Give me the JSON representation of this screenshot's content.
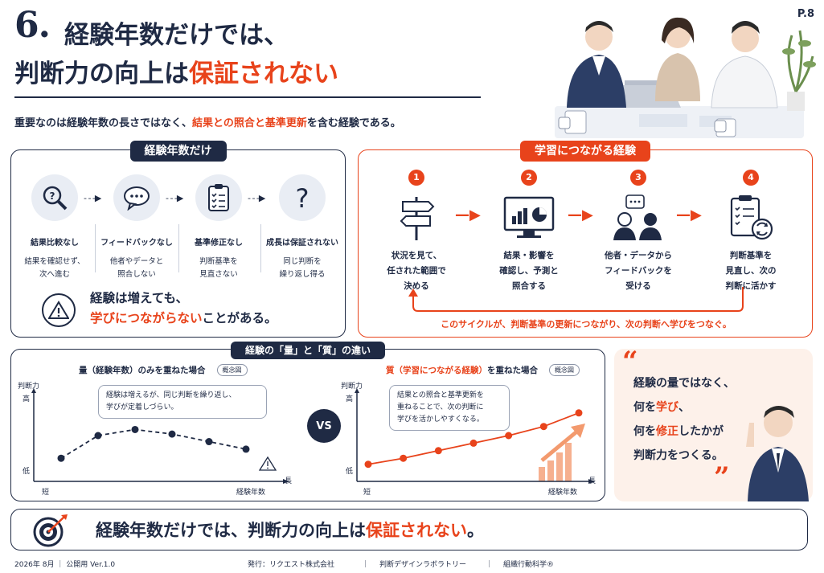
{
  "header": {
    "number": "6.",
    "title_line1": "経験年数だけでは、",
    "title_line2_prefix": "判断力の向上は",
    "title_line2_highlight": "保証されない",
    "page": "P.8"
  },
  "subtitle": {
    "prefix": "重要なのは経験年数の長さではなく、",
    "highlight": "結果との照合と基準更新",
    "suffix": "を含む経験である。"
  },
  "left_panel": {
    "title": "経験年数だけ",
    "steps": [
      {
        "icon": "magnifier-question-icon",
        "label": "結果比較なし",
        "desc1": "結果を確認せず、",
        "desc2": "次へ進む"
      },
      {
        "icon": "speech-bubble-icon",
        "label": "フィードバックなし",
        "desc1": "他者やデータと",
        "desc2": "照合しない"
      },
      {
        "icon": "clipboard-checklist-icon",
        "label": "基準修正なし",
        "desc1": "判断基準を",
        "desc2": "見直さない"
      },
      {
        "icon": "question-mark-icon",
        "label": "成長は保証されない",
        "desc1": "同じ判断を",
        "desc2": "繰り返し得る"
      }
    ],
    "warning_line1": "経験は増えても、",
    "warning_highlight": "学びにつながらない",
    "warning_suffix": "ことがある。"
  },
  "right_panel": {
    "title": "学習につながる経験",
    "steps": [
      {
        "num": "1",
        "icon": "signpost-icon",
        "line1": "状況を見て、",
        "line2": "任された範囲で",
        "line3": "決める"
      },
      {
        "num": "2",
        "icon": "monitor-chart-icon",
        "line1": "結果・影響を",
        "line2": "確認し、予測と",
        "line3": "照合する"
      },
      {
        "num": "3",
        "icon": "people-feedback-icon",
        "line1": "他者・データから",
        "line2": "フィードバックを",
        "line3": "受ける"
      },
      {
        "num": "4",
        "icon": "clipboard-refresh-icon",
        "line1": "判断基準を",
        "line2": "見直し、次の",
        "line3": "判断に活かす"
      }
    ],
    "cycle_text": "このサイクルが、判断基準の更新につながり、次の判断へ学びをつなぐ。"
  },
  "comparison": {
    "title": "経験の「量」と「質」の違い",
    "vs": "VS",
    "left_chart": {
      "title": "量（経験年数）のみを重ねた場合",
      "tag": "概念図",
      "bubble_line1": "経験は増えるが、同じ判断を繰り返し、",
      "bubble_line2": "学びが定着しづらい。",
      "ylabel": "判断力",
      "y_high": "高",
      "y_low": "低",
      "xlabel": "経験年数",
      "x_short": "短",
      "x_long": "長"
    },
    "right_chart": {
      "title_highlight": "質（学習につながる経験）",
      "title_suffix": "を重ねた場合",
      "tag": "概念図",
      "bubble_line1": "結果との照合と基準更新を",
      "bubble_line2": "重ねることで、次の判断に",
      "bubble_line3": "学びを活かしやすくなる。",
      "ylabel": "判断力",
      "y_high": "高",
      "y_low": "低",
      "xlabel": "経験年数",
      "x_short": "短",
      "x_long": "長"
    }
  },
  "chart_data": [
    {
      "type": "line",
      "title": "量（経験年数）のみを重ねた場合",
      "xlabel": "経験年数",
      "ylabel": "判断力",
      "series": [
        {
          "values": [
            0.2,
            0.5,
            0.58,
            0.52,
            0.42,
            0.32
          ]
        }
      ]
    },
    {
      "type": "line",
      "title": "質（学習につながる経験）を重ねた場合",
      "xlabel": "経験年数",
      "ylabel": "判断力",
      "series": [
        {
          "values": [
            0.12,
            0.2,
            0.3,
            0.4,
            0.5,
            0.62,
            0.8
          ]
        }
      ]
    }
  ],
  "quote": {
    "l1": "経験の量ではなく、",
    "l2_prefix": "何を",
    "l2_hl": "学び",
    "l2_suffix": "、",
    "l3_prefix": "何を",
    "l3_hl": "修正",
    "l3_suffix": "したかが",
    "l4": "判断力をつくる。",
    "open_mark": "“",
    "close_mark": "”"
  },
  "conclusion": {
    "prefix": "経験年数だけでは、判断力の向上は",
    "highlight": "保証されない",
    "suffix": "。"
  },
  "footer": {
    "date": "2026年 8月 ｜ 公開用 Ver.1.0",
    "publisher": "発行：リクエスト株式会社",
    "sep1": "｜",
    "lab": "判断デザインラボラトリー",
    "sep2": "｜",
    "org": "組織行動科学®"
  },
  "colors": {
    "navy": "#1f2a44",
    "accent": "#e8431b",
    "quote_bg": "#fdf1ea"
  }
}
